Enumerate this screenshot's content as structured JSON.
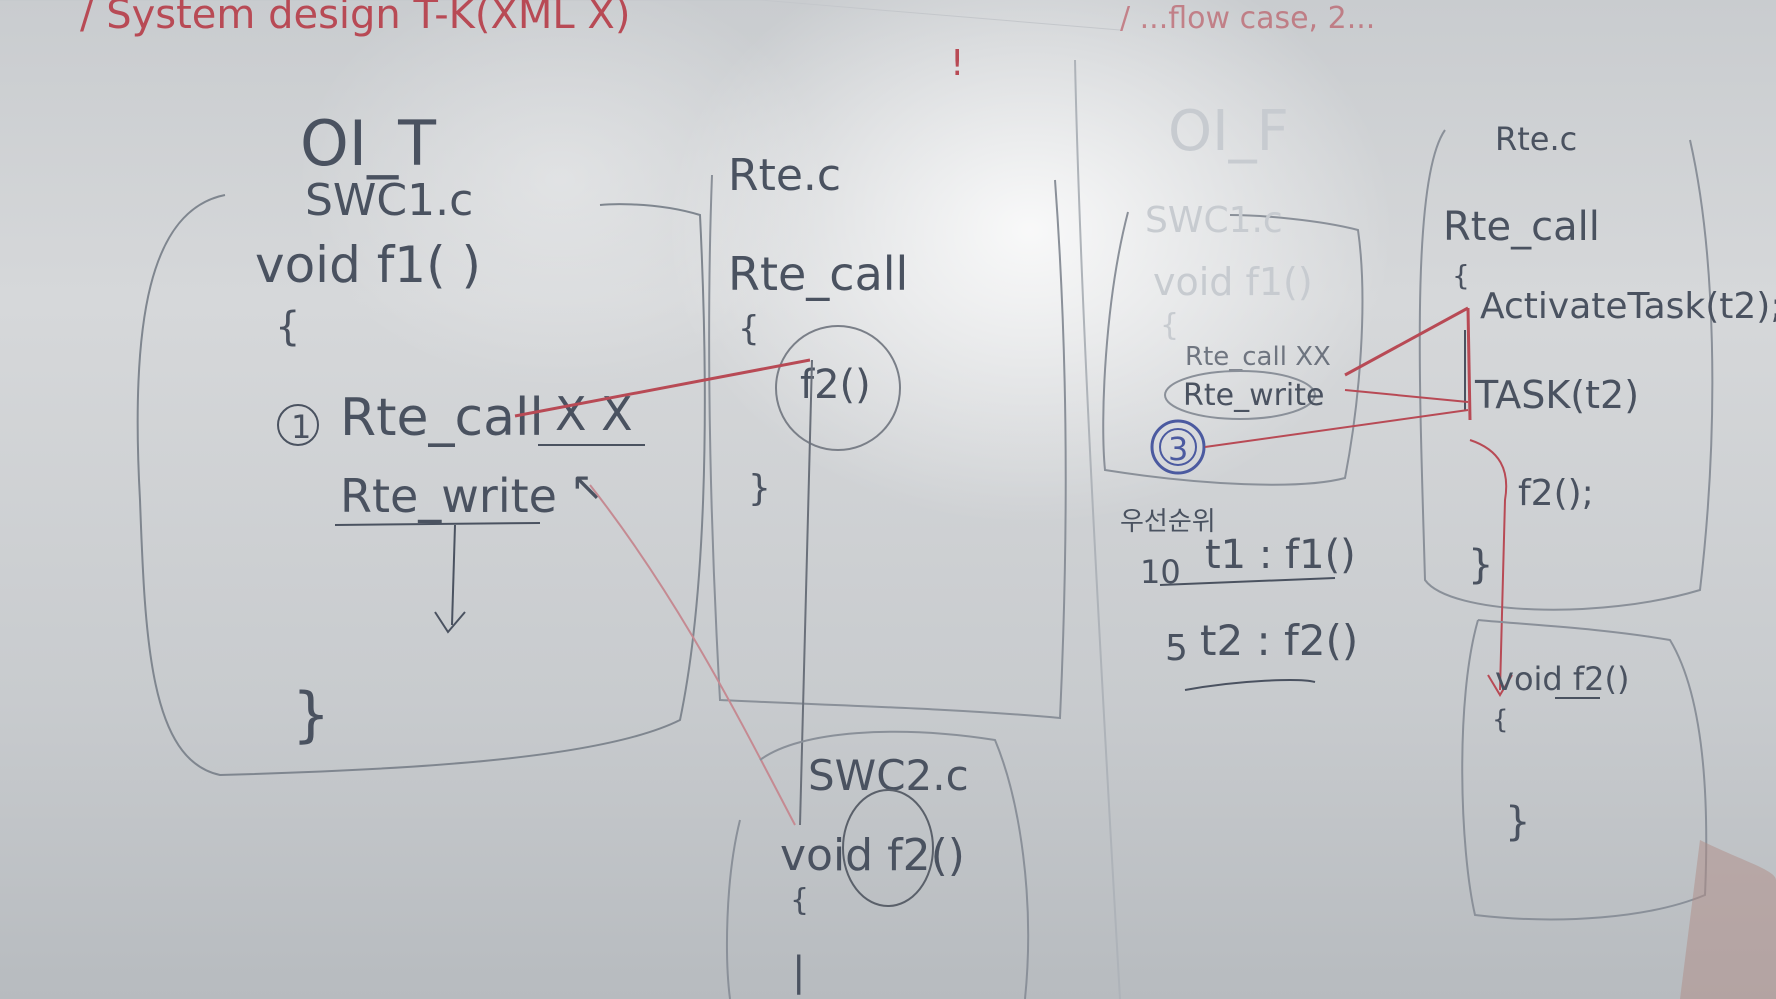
{
  "whiteboard": {
    "header": {
      "red_note_left": "/ System design T-K(XML X)",
      "red_note_right": "/ ...flow case, 2..."
    },
    "panel_left": {
      "title": "OI_T",
      "file_1": "SWC1.c",
      "func_decl": "void f1( )",
      "open_brace": "{",
      "step_marker": "1",
      "line_rte_call": "Rte_call",
      "crossed_mark": "X X",
      "line_rte_write": "Rte_write",
      "close_brace": "}",
      "rte_file": "Rte.c",
      "rte_call": "Rte_call",
      "rte_open": "{",
      "rte_f2": "f2()",
      "rte_close": "}",
      "file_2": "SWC2.c",
      "func2_decl": "void f2()",
      "func2_open": "{",
      "func2_close": "|"
    },
    "panel_right": {
      "title": "OI_F",
      "file_1": "SWC1.c",
      "func_decl": "void f1()",
      "open_brace": "{",
      "line_rte_call": "Rte_call XX",
      "line_rte_write": "Rte_write",
      "step_marker": "3",
      "priority_label": "우선순위",
      "priority_1_num": "10",
      "priority_1": "t1 : f1()",
      "priority_2_num": "5",
      "priority_2": "t2 : f2()",
      "rte_file": "Rte.c",
      "rte_call": "Rte_call",
      "rte_open": "{",
      "activate": "ActivateTask(t2);",
      "task": "TASK(t2)",
      "task_f2": "f2();",
      "task_close": "}",
      "func2_decl": "void f2()",
      "func2_open": "{",
      "func2_close": "}"
    },
    "colors": {
      "ink_gray": "#4a5260",
      "ink_red": "#b84a55",
      "ink_blue": "#4b5aa0"
    }
  }
}
